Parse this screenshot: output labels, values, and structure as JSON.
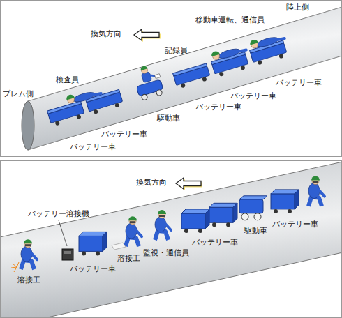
{
  "diagram": {
    "labels": [
      "換気方向",
      "陸上側",
      "移動車運転、通信員",
      "記録員",
      "検査員",
      "プレム側",
      "バッテリー車",
      "バッテリー車",
      "駆動車",
      "バッテリー車",
      "バッテリー車",
      "バッテリー車",
      "換気方向",
      "バッテリー溶接機",
      "監視・通信員",
      "バッテリー車",
      "駆動車",
      "バッテリー車",
      "溶接工",
      "バッテリー車",
      "溶接工"
    ]
  }
}
